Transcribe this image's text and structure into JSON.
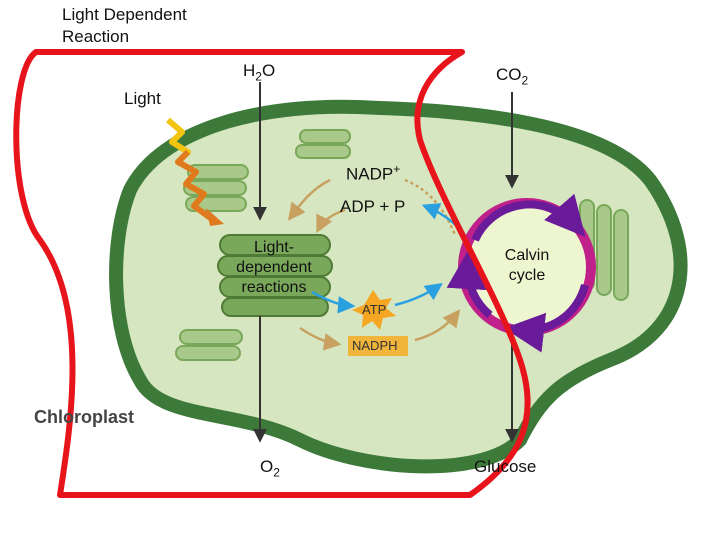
{
  "title": {
    "line1": "Light Dependent",
    "line2": "Reaction"
  },
  "inputs": {
    "water": {
      "base": "H",
      "sub": "2",
      "rest": "O"
    },
    "carbon_dioxide": {
      "base": "CO",
      "sub": "2"
    },
    "light": "Light"
  },
  "intermediates": {
    "nadp": {
      "base": "NADP",
      "sup": "+"
    },
    "adp": "ADP + P",
    "atp": "ATP",
    "nadph": "NADPH"
  },
  "stages": {
    "light_reactions": {
      "line1": "Light-",
      "line2": "dependent",
      "line3": "reactions"
    },
    "calvin": {
      "line1": "Calvin",
      "line2": "cycle"
    }
  },
  "outputs": {
    "oxygen": {
      "base": "O",
      "sub": "2"
    },
    "glucose": "Glucose"
  },
  "organelle_label": "Chloroplast",
  "colors": {
    "chloroplast_outer": "#3d7a3a",
    "stroma": "#d6e6c0",
    "thylakoid": "#7aa85a",
    "highlight_outline": "#e8141b",
    "calvin_ring_magenta": "#c0208a",
    "calvin_ring_purple": "#6a1b9a",
    "atp_star": "#f5a623",
    "nadph_box": "#f0b53a",
    "arrow_tan": "#c8a060",
    "arrow_blue": "#2aa0e0",
    "light_ray": "#f2c40f"
  },
  "icons": [
    "light-ray-icon",
    "atp-star-icon",
    "arrow-down-icon"
  ]
}
